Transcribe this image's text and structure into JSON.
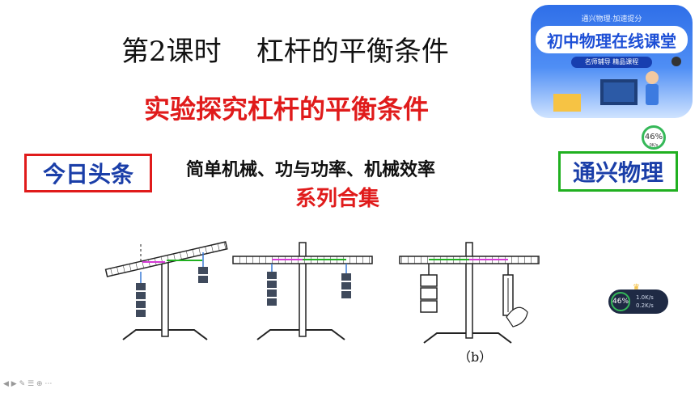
{
  "slide": {
    "title": "第2课时    杠杆的平衡条件",
    "subtitle": "实验探究杠杆的平衡条件",
    "series_line": "简单机械、功与功率、机械效率",
    "series_sub": "系列合集",
    "tag_left": "今日头条",
    "tag_right": "通兴物理",
    "caption_b": "（b）"
  },
  "promo": {
    "top_text": "通兴物理·加速提分",
    "main_text": "初中物理在线课堂",
    "sub_text": "名师辅导 精品课程"
  },
  "speed_widget_1": {
    "percent": "46%",
    "rate": "0K/s"
  },
  "speed_widget_2": {
    "percent": "46%",
    "up": "1.0K/s",
    "down": "0.2K/s"
  },
  "colors": {
    "accent_red": "#e01b1b",
    "accent_blue": "#1a3ea8",
    "accent_green": "#20b020"
  },
  "icons": [
    "lever-diagram-a-icon",
    "lever-diagram-b-icon",
    "lever-diagram-c-icon",
    "teacher-illustration-icon",
    "crown-icon"
  ]
}
